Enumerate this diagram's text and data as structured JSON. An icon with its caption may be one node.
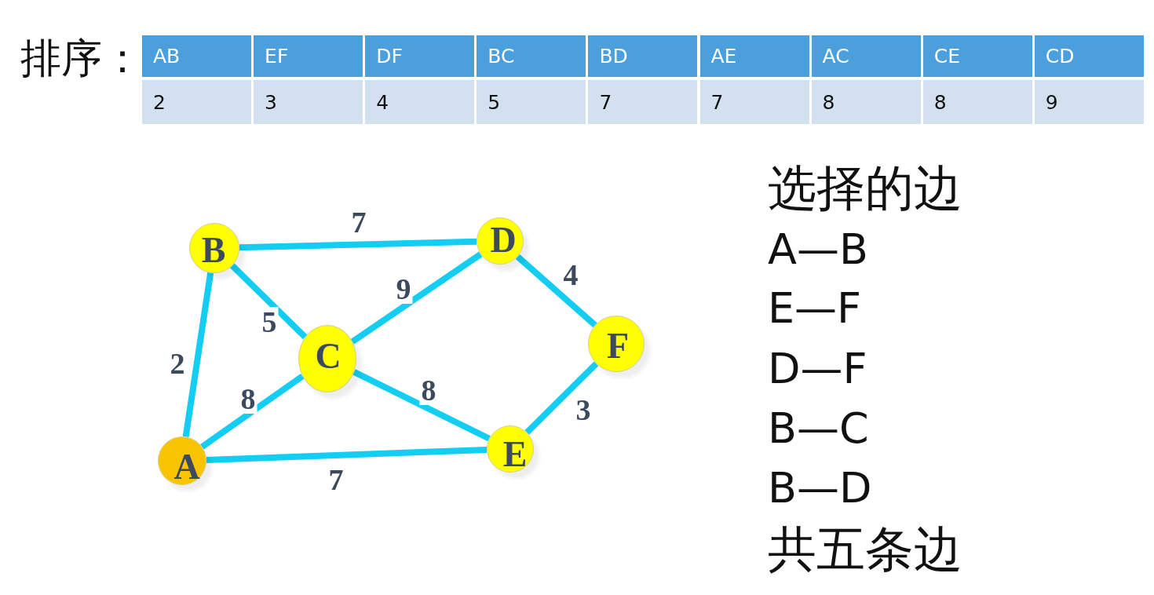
{
  "diagram": {
    "nodes": [
      {
        "text": [
          "B"
        ]
      },
      {
        "text": [
          "D"
        ]
      },
      {
        "text": [
          "C"
        ]
      },
      {
        "text": [
          "F"
        ]
      },
      {
        "text": [
          "A"
        ]
      },
      {
        "text": [
          "E"
        ]
      }
    ],
    "edges": [
      {
        "from": 0,
        "to": 1,
        "arrow": "none",
        "label": "7"
      },
      {
        "from": 0,
        "to": 4,
        "arrow": "none",
        "label": "2"
      },
      {
        "from": 0,
        "to": 2,
        "arrow": "none",
        "label": "5"
      },
      {
        "from": 2,
        "to": 1,
        "arrow": "none",
        "label": "9"
      },
      {
        "from": 1,
        "to": 3,
        "arrow": "none",
        "label": "4"
      },
      {
        "from": 4,
        "to": 2,
        "arrow": "none",
        "label": "8"
      },
      {
        "from": 2,
        "to": 5,
        "arrow": "none",
        "label": "8"
      },
      {
        "from": 5,
        "to": 3,
        "arrow": "none",
        "label": "3"
      },
      {
        "from": 4,
        "to": 5,
        "arrow": "none",
        "label": "7"
      }
    ],
    "labels": [
      "排序：",
      "AB",
      "EF",
      "DF",
      "BC",
      "BD",
      "AE",
      "AC",
      "CE",
      "CD",
      "2",
      "3",
      "4",
      "5",
      "7",
      "7",
      "8",
      "8",
      "9",
      "选择的边",
      "A—B",
      "E—F",
      "D—F",
      "B—C",
      "B—D",
      "共五条边"
    ]
  }
}
